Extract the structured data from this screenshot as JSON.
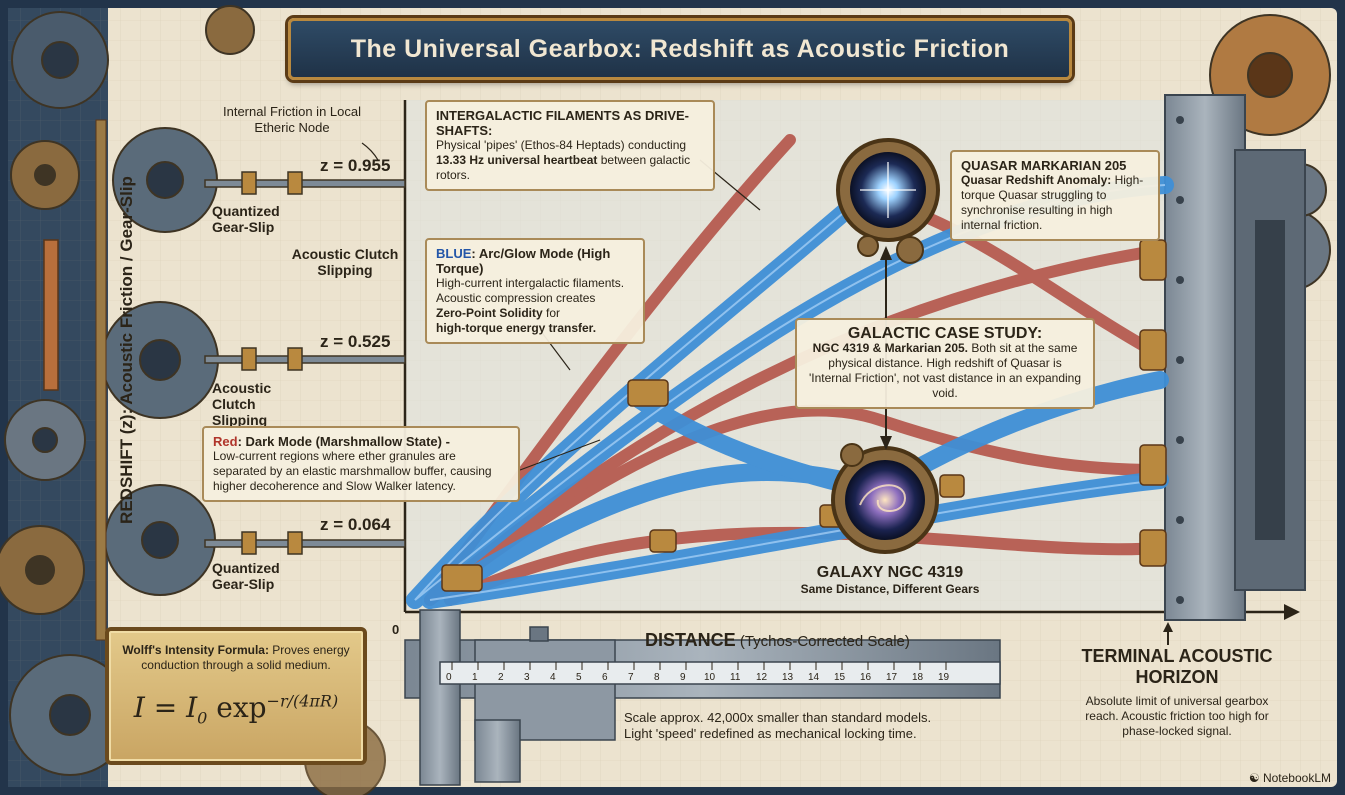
{
  "title": "The Universal Gearbox: Redshift as Acoustic Friction",
  "y_axis_label": "REDSHIFT (z): Acoustic Friction / Gear-Slip",
  "origin_label": "0",
  "x_axis": {
    "label_bold": "DISTANCE",
    "label_rest": " (Tychos-Corrected Scale)"
  },
  "left_notes": {
    "internal_friction": "Internal Friction in Local Etheric Node",
    "z1": "z = 0.955",
    "z2": "z = 0.525",
    "z3": "z = 0.064",
    "gear_slip_top": "Quantized Gear-Slip",
    "clutch_right": "Acoustic Clutch Slipping",
    "clutch_mid": "Acoustic Clutch Slipping",
    "gear_slip_bottom": "Quantized Gear-Slip"
  },
  "filaments_box": {
    "title": "INTERGALACTIC FILAMENTS AS DRIVE-SHAFTS:",
    "line1": "Physical 'pipes' (Ethos-84 Heptads) conducting ",
    "hz": "13.33 Hz",
    "line2": "universal heartbeat",
    "line3": " between galactic rotors."
  },
  "blue_box": {
    "key": "BLUE",
    "title": ": Arc/Glow Mode (High Torque)",
    "line1": "High-current intergalactic filaments.",
    "line2": "Acoustic compression creates",
    "bold1": "Zero-Point Solidity",
    "line3": " for",
    "bold2": "high-torque energy transfer."
  },
  "red_box": {
    "key": "Red",
    "title": ": Dark Mode (Marshmallow State) -",
    "body": "Low-current regions where ether granules are separated by an elastic marshmallow buffer, causing higher decoherence and Slow Walker latency."
  },
  "quasar_box": {
    "title": "QUASAR MARKARIAN 205",
    "bold": "Quasar Redshift Anomaly:",
    "rest": " High-torque Quasar struggling to synchronise resulting in high internal friction."
  },
  "case_box": {
    "title": "GALACTIC CASE STUDY:",
    "bold": "NGC 4319 & Markarian 205.",
    "rest": " Both sit at the same physical distance. High redshift of Quasar is 'Internal Friction', not vast distance in an expanding void."
  },
  "galaxy_label": {
    "name": "GALAXY NGC 4319",
    "sub": "Same Distance, Different Gears"
  },
  "caliper_note": {
    "line1": "Scale approx. 42,000x smaller than standard models.",
    "line2": "Light 'speed' redefined as mechanical locking time."
  },
  "caliper_ticks": [
    "0",
    "1",
    "2",
    "3",
    "4",
    "5",
    "6",
    "7",
    "8",
    "9",
    "10",
    "11",
    "12",
    "13",
    "14",
    "15",
    "16",
    "17",
    "18",
    "19"
  ],
  "horizon": {
    "title1": "TERMINAL ACOUSTIC",
    "title2": "HORIZON",
    "body": "Absolute limit of universal gearbox reach. Acoustic friction too high for phase-locked signal."
  },
  "wolff": {
    "bold": "Wolff's Intensity Formula:",
    "rest": " Proves energy conduction through a solid medium.",
    "formula_main": "I = I",
    "formula_sub": "0",
    "formula_exp": " exp",
    "formula_sup": "−r/(4πR)"
  },
  "watermark": "NotebookLM",
  "colors": {
    "blue_filament": "#3f8fd6",
    "red_filament": "#b4554a",
    "brass": "#b9893f",
    "steel": "#6f7d8a"
  }
}
